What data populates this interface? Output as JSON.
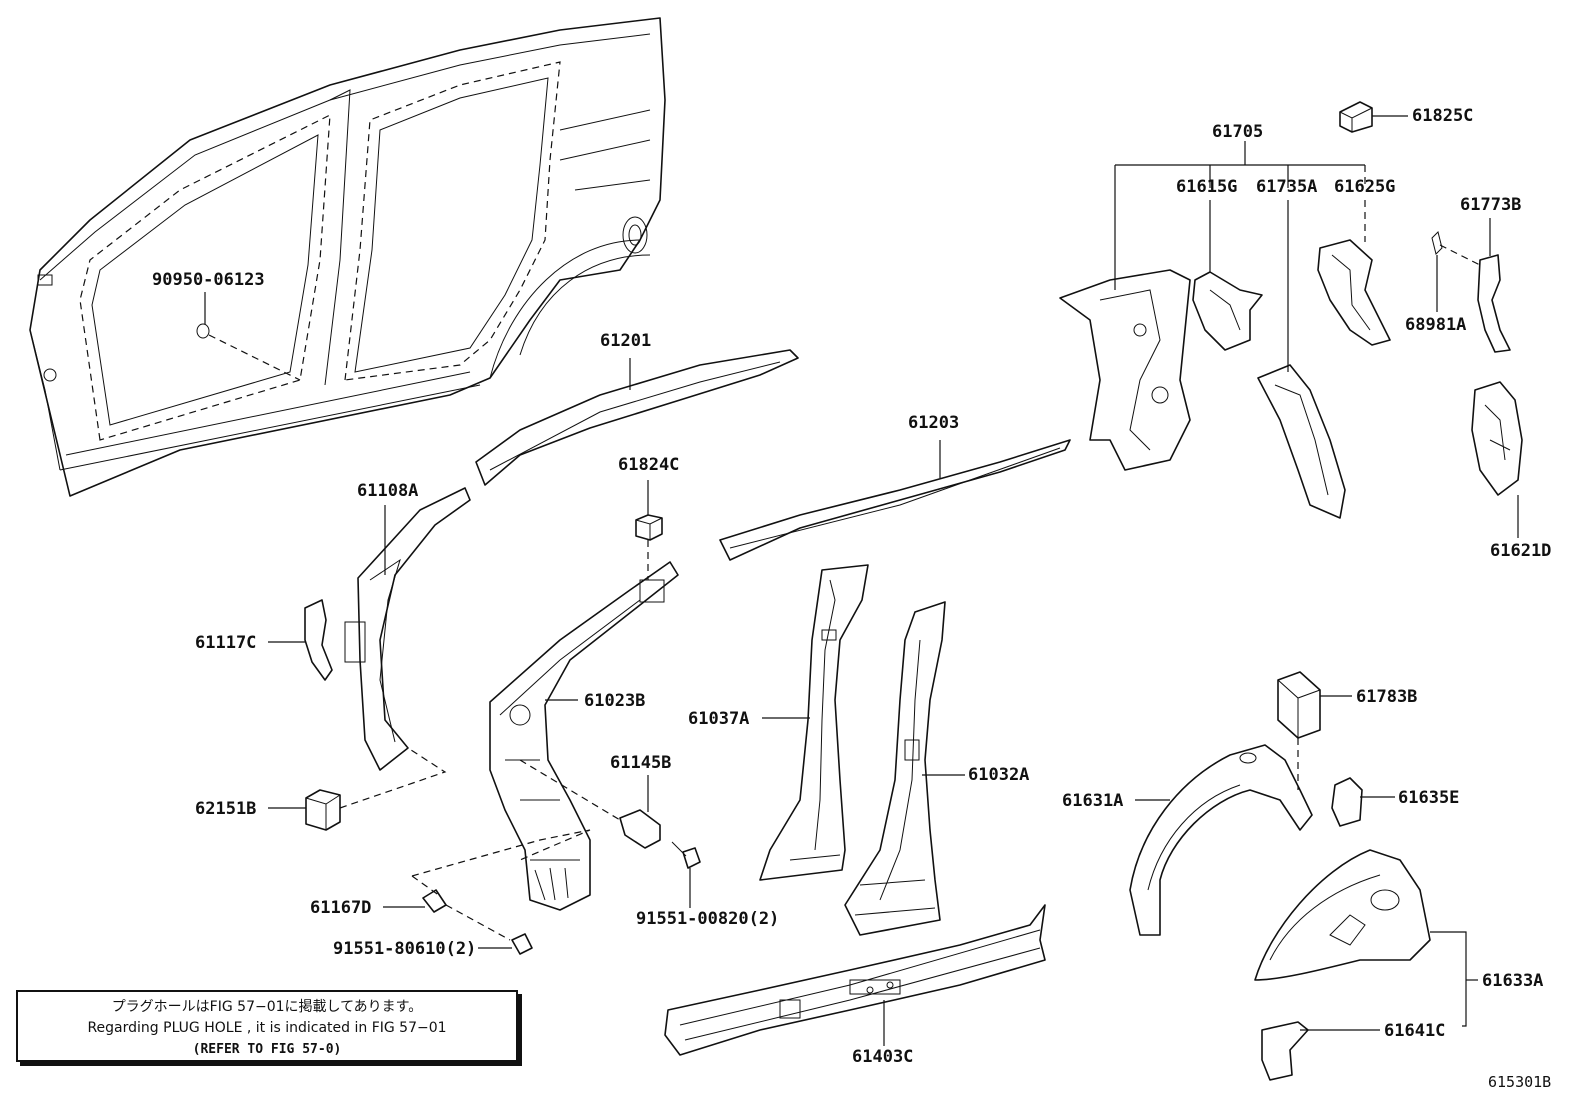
{
  "labels": {
    "p90950_06123": "90950-06123",
    "p61201": "61201",
    "p61203": "61203",
    "p61705": "61705",
    "p61825C": "61825C",
    "p61615G": "61615G",
    "p61735A": "61735A",
    "p61625G": "61625G",
    "p61773B": "61773B",
    "p68981A": "68981A",
    "p61621D": "61621D",
    "p61108A": "61108A",
    "p61824C": "61824C",
    "p61117C": "61117C",
    "p61023B": "61023B",
    "p61037A": "61037A",
    "p61145B": "61145B",
    "p61032A": "61032A",
    "p61783B": "61783B",
    "p61631A": "61631A",
    "p61635E": "61635E",
    "p62151B": "62151B",
    "p91551_00820": "91551-00820(2)",
    "p61167D": "61167D",
    "p91551_80610": "91551-80610(2)",
    "p61633A": "61633A",
    "p61641C": "61641C",
    "p61403C": "61403C"
  },
  "note": {
    "line1": "プラグホールはFIG 57−01に掲載してあります。",
    "line2": "Regarding  PLUG  HOLE , it is indicated in FIG  57−01",
    "line3": "(REFER TO FIG 57-0)"
  },
  "figure_id": "615301B"
}
